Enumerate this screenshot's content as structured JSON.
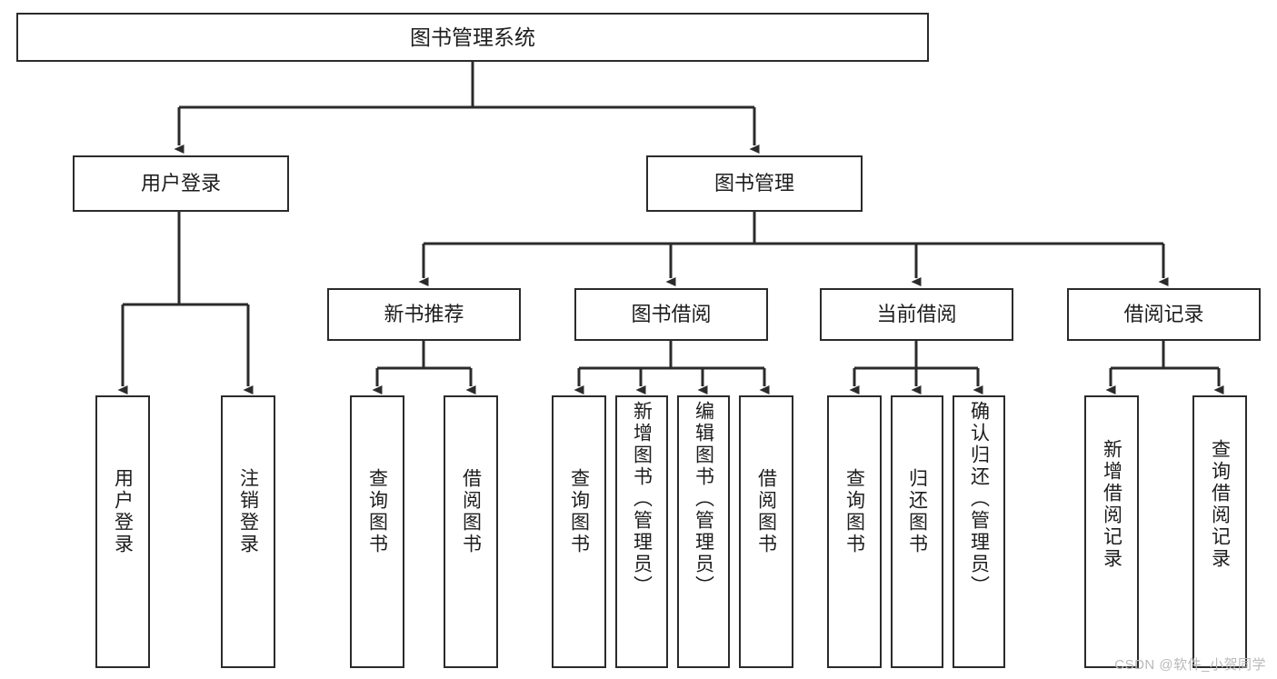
{
  "diagram": {
    "type": "tree",
    "title": "图书管理系统",
    "orientation": "top-down",
    "stroke_color": "#2b2b2b",
    "fill_color": "#ffffff",
    "text_color": "#1d1d1d"
  },
  "nodes": {
    "root": {
      "label": "图书管理系统",
      "level": 1
    },
    "user_login": {
      "label": "用户登录",
      "level": 2
    },
    "book_manage": {
      "label": "图书管理",
      "level": 2
    },
    "new_book_rec": {
      "label": "新书推荐",
      "level": 3
    },
    "book_borrow": {
      "label": "图书借阅",
      "level": 3
    },
    "current_borrow": {
      "label": "当前借阅",
      "level": 3
    },
    "borrow_record": {
      "label": "借阅记录",
      "level": 3
    },
    "leaf_user_login": {
      "label": "用户登录",
      "level": 4
    },
    "leaf_logout": {
      "label": "注销登录",
      "level": 4
    },
    "leaf_query_book_1": {
      "label": "查询图书",
      "level": 4
    },
    "leaf_borrow_book_1": {
      "label": "借阅图书",
      "level": 4
    },
    "leaf_query_book_2": {
      "label": "查询图书",
      "level": 4
    },
    "leaf_add_book": {
      "label": "新增图书（管理员）",
      "level": 4
    },
    "leaf_edit_book": {
      "label": "编辑图书（管理员）",
      "level": 4
    },
    "leaf_borrow_book_2": {
      "label": "借阅图书",
      "level": 4
    },
    "leaf_query_book_3": {
      "label": "查询图书",
      "level": 4
    },
    "leaf_return_book": {
      "label": "归还图书",
      "level": 4
    },
    "leaf_confirm_return": {
      "label": "确认归还（管理员）",
      "level": 4
    },
    "leaf_add_record": {
      "label": "新增借阅记录",
      "level": 4
    },
    "leaf_query_record": {
      "label": "查询借阅记录",
      "level": 4
    }
  },
  "edges": [
    {
      "from": "root",
      "to": "user_login"
    },
    {
      "from": "root",
      "to": "book_manage"
    },
    {
      "from": "book_manage",
      "to": "new_book_rec"
    },
    {
      "from": "book_manage",
      "to": "book_borrow"
    },
    {
      "from": "book_manage",
      "to": "current_borrow"
    },
    {
      "from": "book_manage",
      "to": "borrow_record"
    },
    {
      "from": "user_login",
      "to": "leaf_user_login"
    },
    {
      "from": "user_login",
      "to": "leaf_logout"
    },
    {
      "from": "new_book_rec",
      "to": "leaf_query_book_1"
    },
    {
      "from": "new_book_rec",
      "to": "leaf_borrow_book_1"
    },
    {
      "from": "book_borrow",
      "to": "leaf_query_book_2"
    },
    {
      "from": "book_borrow",
      "to": "leaf_add_book"
    },
    {
      "from": "book_borrow",
      "to": "leaf_edit_book"
    },
    {
      "from": "book_borrow",
      "to": "leaf_borrow_book_2"
    },
    {
      "from": "current_borrow",
      "to": "leaf_query_book_3"
    },
    {
      "from": "current_borrow",
      "to": "leaf_return_book"
    },
    {
      "from": "current_borrow",
      "to": "leaf_confirm_return"
    },
    {
      "from": "borrow_record",
      "to": "leaf_add_record"
    },
    {
      "from": "borrow_record",
      "to": "leaf_query_record"
    }
  ],
  "watermark": {
    "text": "CSDN @软件_小贺同学"
  }
}
